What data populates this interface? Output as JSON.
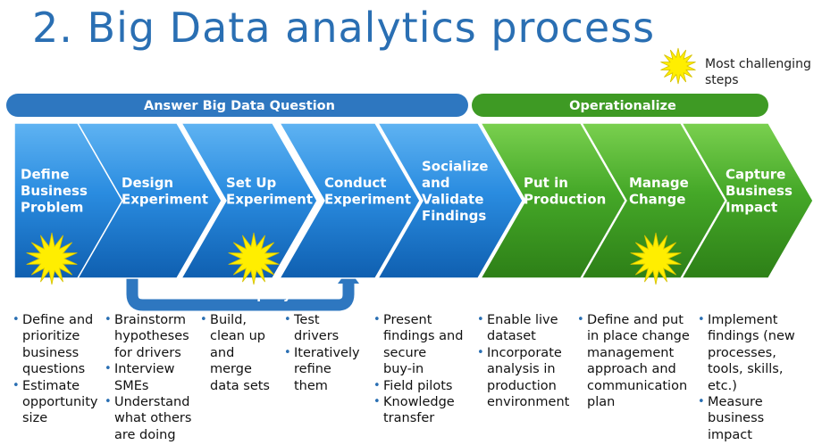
{
  "title": "2. Big Data analytics process",
  "legend": {
    "label": "Most challenging steps",
    "icon": "starburst-icon",
    "color": "#ffee00"
  },
  "phases": [
    {
      "label": "Answer Big Data Question",
      "color": "#2e77c0"
    },
    {
      "label": "Operationalize",
      "color": "#3e9a24"
    }
  ],
  "loop": {
    "label": "Iterate rapidly",
    "color": "#2e77c0"
  },
  "steps": [
    {
      "label_lines": [
        "Define",
        "Business",
        "Problem"
      ],
      "color": "blue",
      "challenging": true
    },
    {
      "label_lines": [
        "Design",
        "Experiment"
      ],
      "color": "blue",
      "challenging": false
    },
    {
      "label_lines": [
        "Set Up",
        "Experiment"
      ],
      "color": "blue",
      "challenging": true
    },
    {
      "label_lines": [
        "Conduct",
        "Experiment"
      ],
      "color": "blue",
      "challenging": false
    },
    {
      "label_lines": [
        "Socialize",
        "and",
        "Validate",
        "Findings"
      ],
      "color": "blue",
      "challenging": false
    },
    {
      "label_lines": [
        "Put in",
        "Production"
      ],
      "color": "green",
      "challenging": false
    },
    {
      "label_lines": [
        "Manage",
        "Change"
      ],
      "color": "green",
      "challenging": true
    },
    {
      "label_lines": [
        "Capture",
        "Business",
        "Impact"
      ],
      "color": "green",
      "challenging": false
    }
  ],
  "bullets": [
    {
      "items": [
        {
          "lines": [
            "Define and",
            "prioritize",
            "business",
            "questions"
          ]
        },
        {
          "lines": [
            "Estimate",
            "opportunity",
            "size"
          ]
        }
      ]
    },
    {
      "items": [
        {
          "lines": [
            "Brainstorm",
            "hypotheses",
            "for drivers"
          ]
        },
        {
          "lines": [
            "Interview",
            "SMEs"
          ]
        },
        {
          "lines": [
            "Understand",
            "what others",
            "are doing"
          ]
        }
      ]
    },
    {
      "items": [
        {
          "lines": [
            "Build,",
            "clean up",
            "and",
            "merge",
            "data sets"
          ]
        }
      ]
    },
    {
      "items": [
        {
          "lines": [
            "Test",
            "drivers"
          ]
        },
        {
          "lines": [
            "Iteratively",
            "refine",
            "them"
          ]
        }
      ]
    },
    {
      "items": [
        {
          "lines": [
            "Present",
            "findings and",
            "secure",
            "buy-in"
          ]
        },
        {
          "lines": [
            "Field pilots"
          ]
        },
        {
          "lines": [
            "Knowledge",
            "transfer"
          ]
        }
      ]
    },
    {
      "items": [
        {
          "lines": [
            "Enable live",
            "dataset"
          ]
        },
        {
          "lines": [
            "Incorporate",
            "analysis in",
            "production",
            "environment"
          ]
        }
      ]
    },
    {
      "items": [
        {
          "lines": [
            "Define and put",
            "in place change",
            "management",
            "approach and",
            "communication",
            "plan"
          ]
        }
      ]
    },
    {
      "items": [
        {
          "lines": [
            "Implement",
            "findings (new",
            "processes,",
            "tools, skills,",
            "etc.)"
          ]
        },
        {
          "lines": [
            "Measure",
            "business",
            "impact"
          ]
        }
      ]
    }
  ]
}
